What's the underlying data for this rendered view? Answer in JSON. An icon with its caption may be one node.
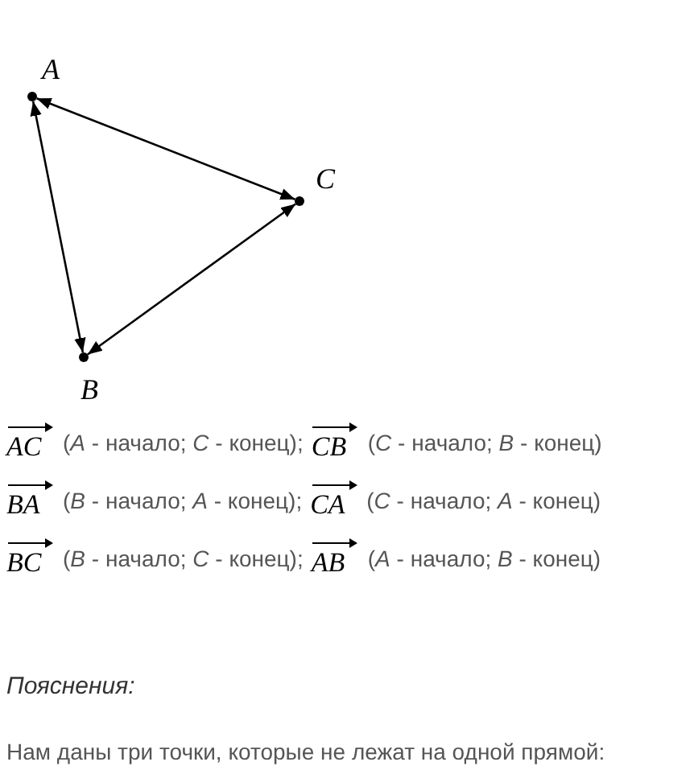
{
  "diagram": {
    "nodes": [
      {
        "text": [],
        "shape": "circle",
        "beside": [
          "A"
        ]
      },
      {
        "text": [],
        "shape": "circle",
        "beside": [
          "C"
        ]
      },
      {
        "text": [],
        "shape": "circle",
        "beside": [
          "B"
        ]
      }
    ],
    "edges": [
      {
        "from": 0,
        "to": 1,
        "arrow": "both"
      },
      {
        "from": 1,
        "to": 2,
        "arrow": "both"
      },
      {
        "from": 2,
        "to": 0,
        "arrow": "both"
      }
    ],
    "labels": [
      "AC",
      "(*A* - начало; *C* - конец);",
      "CB",
      "(*C* - начало; *B* - конец)",
      "BA",
      "(*B* - начало; *A* - конец);",
      "CA",
      "(*C* - начало; *A* - конец)",
      "BC",
      "(*B* - начало; *C* - конец);",
      "AB",
      "(*A* - начало; *B* - конец)",
      "Пояснения:",
      "Нам даны три точки, которые не лежат на одной прямой:"
    ]
  }
}
